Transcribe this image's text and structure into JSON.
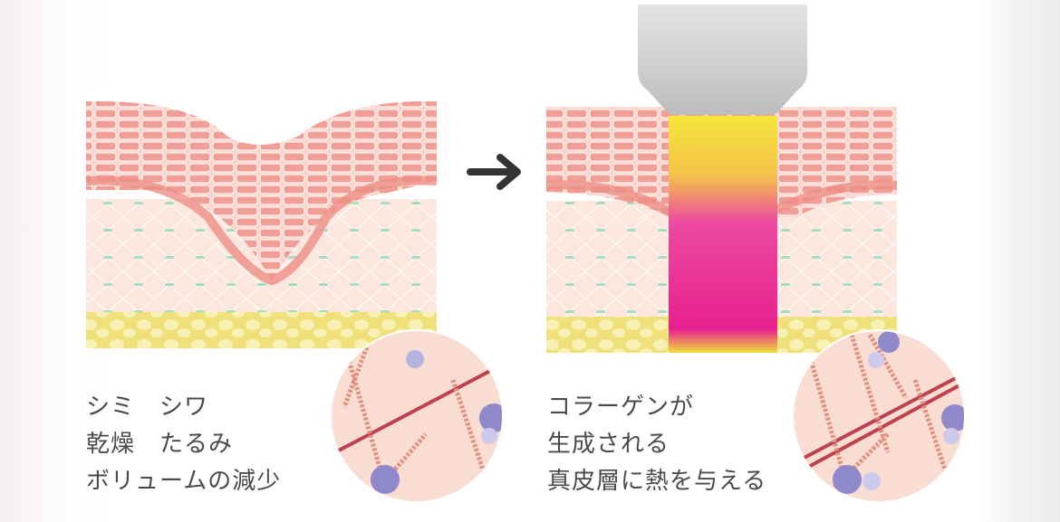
{
  "before": {
    "lines": [
      "シミ　シワ",
      "乾燥　たるみ",
      "ボリュームの減少"
    ]
  },
  "after": {
    "lines": [
      "コラーゲンが",
      "生成される",
      "真皮層に熱を与える"
    ]
  },
  "icons": {
    "arrow": "arrow-right-icon"
  },
  "colors": {
    "epidermis": "#f4a9a0",
    "dermis": "#fbe4da",
    "fat": "#f1e58a",
    "beam_top": "#f5e23a",
    "beam_bottom": "#e8208f",
    "device": "#d2d2d2",
    "text": "#4a4a4a"
  }
}
